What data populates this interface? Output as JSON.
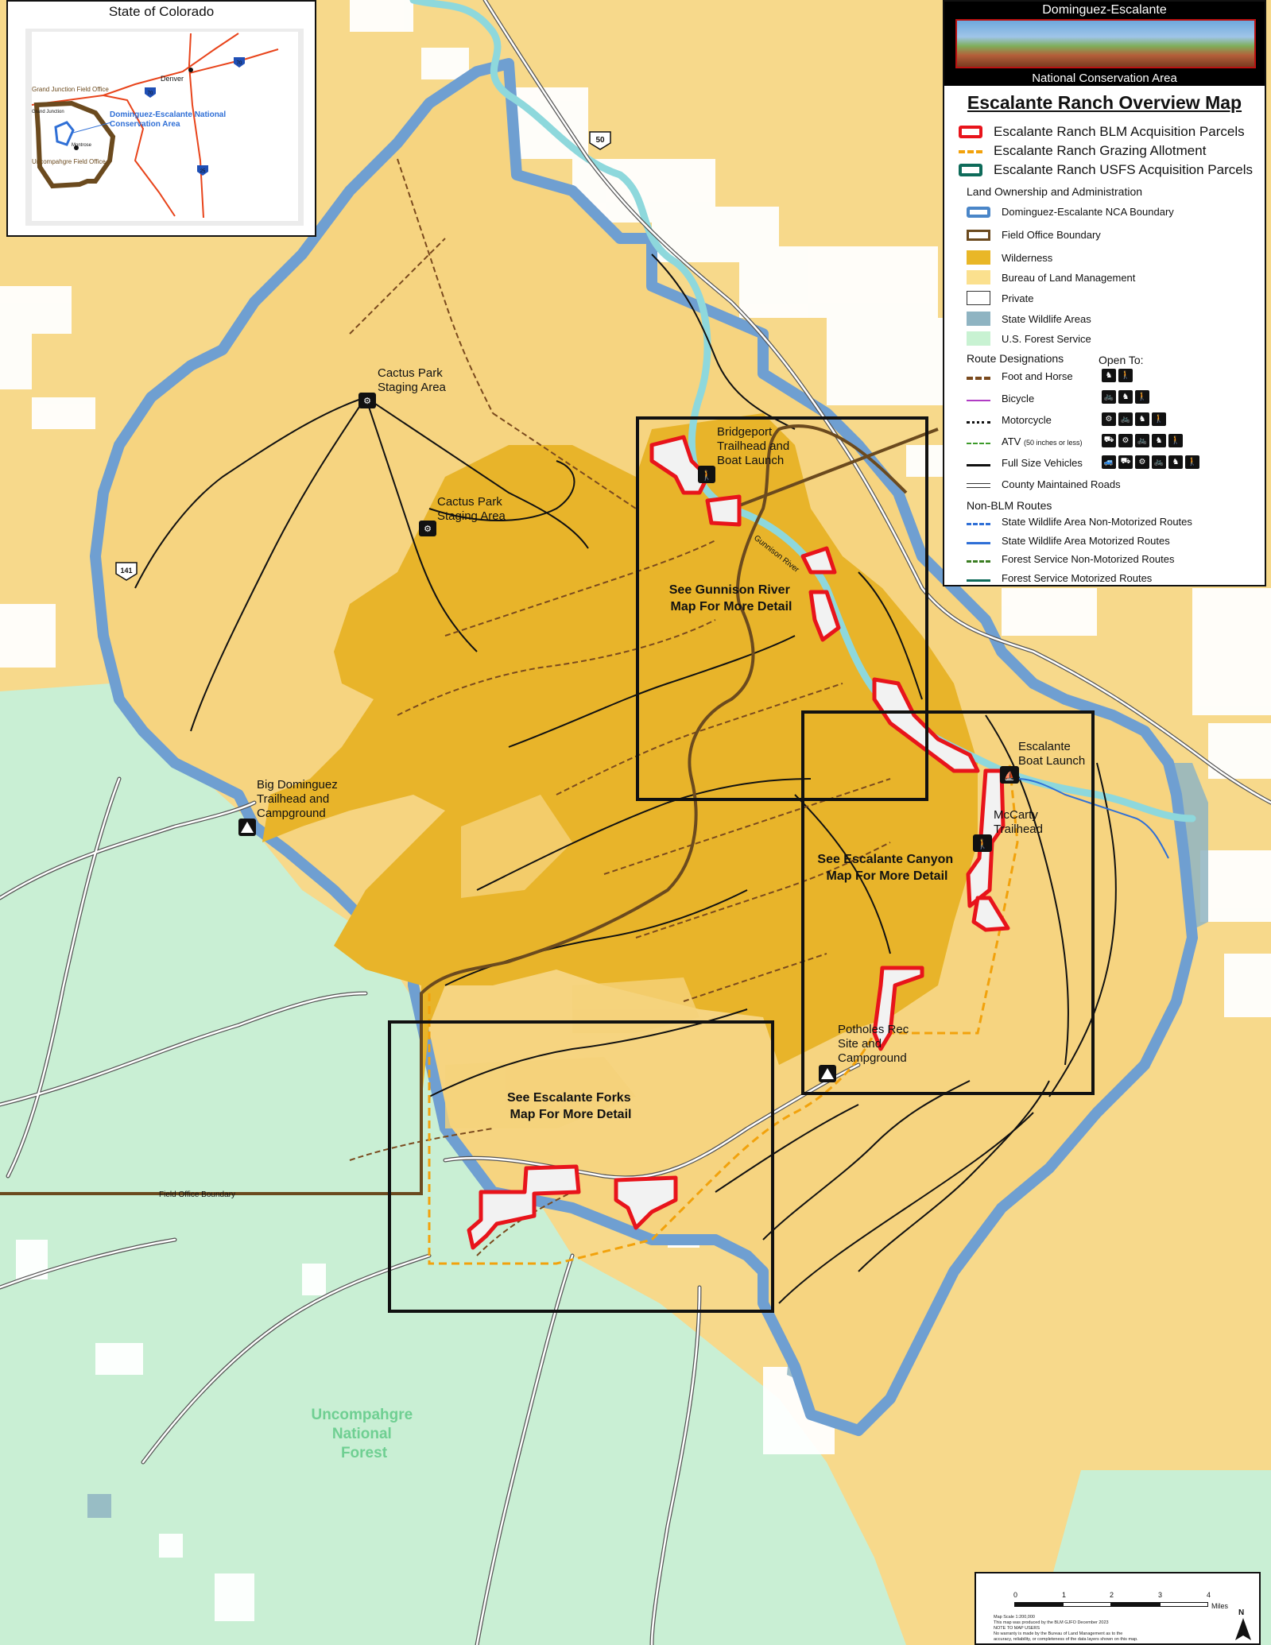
{
  "inset": {
    "title": "State of Colorado",
    "labels": {
      "denver": "Denver",
      "grand_junction": "Grand Junction",
      "grand_junction_fo": "Grand Junction Field Office",
      "montrose": "Montrose",
      "uncompahgre_fo": "Uncompahgre Field Office",
      "nca": "Dominguez-Escalante National Conservation Area",
      "i70": "70",
      "i25": "25"
    }
  },
  "legend": {
    "header_top": "Dominguez-Escalante",
    "header_bottom": "National Conservation Area",
    "map_title": "Escalante Ranch Overview Map",
    "primary": [
      {
        "label": "Escalante Ranch BLM Acquisition Parcels",
        "color": "#e8141b"
      },
      {
        "label": "Escalante Ranch Grazing Allotment",
        "color": "#f2a20c"
      },
      {
        "label": "Escalante Ranch USFS Acquisition Parcels",
        "color": "#0e6b5a"
      }
    ],
    "land_heading": "Land Ownership and Administration",
    "land": [
      {
        "label": "Dominguez-Escalante NCA Boundary",
        "color": "#4a86c8"
      },
      {
        "label": "Field Office Boundary",
        "color": "#6b4a1e"
      },
      {
        "label": "Wilderness",
        "color": "#e9b727"
      },
      {
        "label": "Bureau of Land Management",
        "color": "#fbe08e"
      },
      {
        "label": "Private",
        "color": "#ffffff"
      },
      {
        "label": "State Wildlife Areas",
        "color": "#8fb4c2"
      },
      {
        "label": "U.S. Forest Service",
        "color": "#c8f2d2"
      }
    ],
    "route_heading": "Route Designations",
    "open_to": "Open To:",
    "routes": [
      {
        "label": "Foot and Horse",
        "color": "#7a4a1e"
      },
      {
        "label": "Bicycle",
        "color": "#b03cc4"
      },
      {
        "label": "Motorcycle",
        "color": "#111111"
      },
      {
        "label": "ATV",
        "note": "(50 inches or less)",
        "color": "#3c9a2a"
      },
      {
        "label": "Full Size Vehicles",
        "color": "#111111"
      },
      {
        "label": "County Maintained Roads",
        "color": "#ffffff"
      }
    ],
    "nonblm_heading": "Non-BLM Routes",
    "nonblm": [
      {
        "label": "State Wildlife Area Non-Motorized Routes",
        "color": "#2f6fd6"
      },
      {
        "label": "State Wildlife Area Motorized Routes",
        "color": "#2f6fd6"
      },
      {
        "label": "Forest Service Non-Motorized Routes",
        "color": "#3b7d22"
      },
      {
        "label": "Forest Service Motorized Routes",
        "color": "#0e6b5a"
      }
    ]
  },
  "map_labels": {
    "cactus_park_1": [
      "Cactus Park",
      "Staging Area"
    ],
    "cactus_park_2": [
      "Cactus Park",
      "Staging Area"
    ],
    "bridgeport": [
      "Bridgeport",
      "Trailhead and",
      "Boat Launch"
    ],
    "big_dominguez": [
      "Big Dominguez",
      "Trailhead and",
      "Campground"
    ],
    "escalante_boat": [
      "Escalante",
      "Boat Launch"
    ],
    "mccarty": [
      "McCarty",
      "Trailhead"
    ],
    "potholes": [
      "Potholes Rec",
      "Site and",
      "Campground"
    ],
    "gunnison_detail": [
      "See Gunnison River",
      "Map For More Detail"
    ],
    "canyon_detail": [
      "See Escalante Canyon",
      "Map For More Detail"
    ],
    "forks_detail": [
      "See Escalante Forks",
      "Map For More Detail"
    ],
    "forest": [
      "Uncompahgre",
      "National",
      "Forest"
    ],
    "field_office_boundary": "Field Office Boundary",
    "hwy50": "50",
    "hwy141": "141",
    "gunnison_river": "Gunnison River"
  },
  "scale": {
    "ticks": [
      "0",
      "1",
      "2",
      "3",
      "4"
    ],
    "unit": "Miles",
    "north": "N",
    "notes": [
      "Map Scale 1:200,000",
      "This map was produced by the BLM GJFO December 2023",
      "NOTE TO MAP USERS",
      "No warranty is made by the Bureau of Land Management as to the",
      "accuracy, reliability, or completeness of the data layers shown on this map."
    ]
  }
}
